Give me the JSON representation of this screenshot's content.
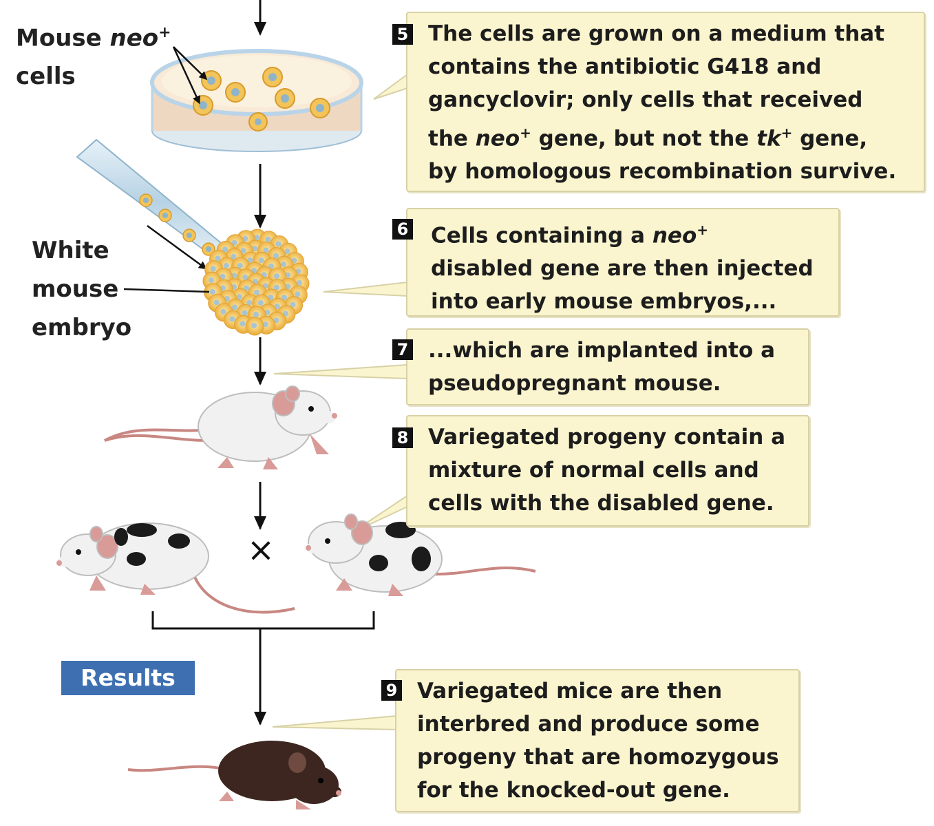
{
  "labels": {
    "mouse_neo_cells_1": "Mouse ",
    "mouse_neo_cells_neo": "neo",
    "mouse_neo_cells_sup": "+",
    "mouse_neo_cells_2": "cells",
    "white_mouse_embryo_1": "White",
    "white_mouse_embryo_2": "mouse",
    "white_mouse_embryo_3": "embryo",
    "cross_symbol": "×",
    "results": "Results"
  },
  "steps": [
    {
      "number": "5",
      "l1": "The cells are grown on a medium that",
      "l2": "contains the antibiotic G418 and",
      "l3": "gancyclovir; only cells that received",
      "l4a": "the ",
      "l4b": "neo",
      "l4c": "+",
      "l4d": " gene, but not the ",
      "l4e": "tk",
      "l4f": "+",
      "l4g": " gene,",
      "l5": "by homologous recombination survive."
    },
    {
      "number": "6",
      "l1a": "Cells containing a ",
      "l1b": "neo",
      "l1c": "+",
      "l2": "disabled gene are then injected",
      "l3": "into early mouse embryos,..."
    },
    {
      "number": "7",
      "l1": "...which are implanted into a",
      "l2": "pseudopregnant mouse."
    },
    {
      "number": "8",
      "l1": "Variegated progeny contain a",
      "l2": "mixture of normal cells and",
      "l3": "cells with the disabled gene."
    },
    {
      "number": "9",
      "l1": "Variegated mice are then",
      "l2": "interbred and produce some",
      "l3": "progeny that are homozygous",
      "l4": "for the knocked-out gene."
    }
  ],
  "colors": {
    "callout_bg": "#fbf5cf",
    "callout_border": "#d8d1a6",
    "results_bg": "#3e6fb0",
    "cell_fill": "#f2c45a",
    "nucleus_fill": "#8fb4c9",
    "dish_rim": "#b9d4e8",
    "dish_medium": "#f7e6cf",
    "mouse_white": "#f1f1f1",
    "mouse_pink": "#d99b97",
    "spot_black": "#1b1b1b",
    "mouse_brown": "#3d2620",
    "tail_pink": "#c98782"
  }
}
